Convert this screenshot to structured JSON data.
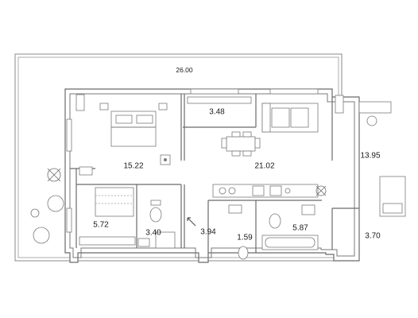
{
  "terrace": {
    "area": "26.00"
  },
  "rooms": {
    "bedroom": "15.22",
    "storage": "3.48",
    "living": "21.02",
    "bedroom2": "13.95",
    "dressing": "5.72",
    "bath1": "3.40",
    "hall": "3.94",
    "wc": "1.59",
    "bath2": "5.87",
    "dressing2": "3.70"
  }
}
